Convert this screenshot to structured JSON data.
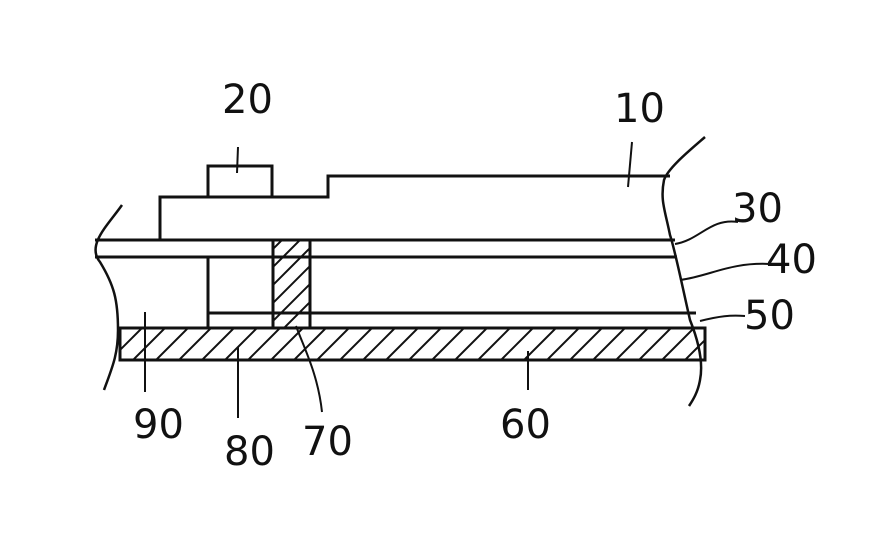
{
  "labels": {
    "l10": "10",
    "l20": "20",
    "l30": "30",
    "l40": "40",
    "l50": "50",
    "l60": "60",
    "l70": "70",
    "l80": "80",
    "l90": "90"
  },
  "colors": {
    "stroke": "#111111",
    "background": "#ffffff"
  }
}
